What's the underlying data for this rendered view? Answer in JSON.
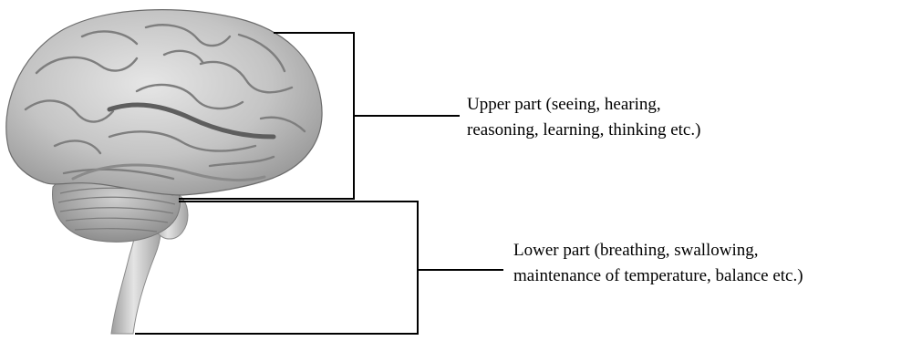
{
  "diagram": {
    "illustration": "brain-illustration",
    "upper": {
      "line1": "Upper part (seeing, hearing,",
      "line2": "reasoning, learning, thinking etc.)"
    },
    "lower": {
      "line1": "Lower part (breathing, swallowing,",
      "line2": "maintenance of temperature, balance etc.)"
    },
    "colors": {
      "bracket": "#000000",
      "brain_light": "#d2d2d2",
      "brain_mid": "#a9a9a9",
      "brain_dark": "#7d7d7d"
    }
  }
}
